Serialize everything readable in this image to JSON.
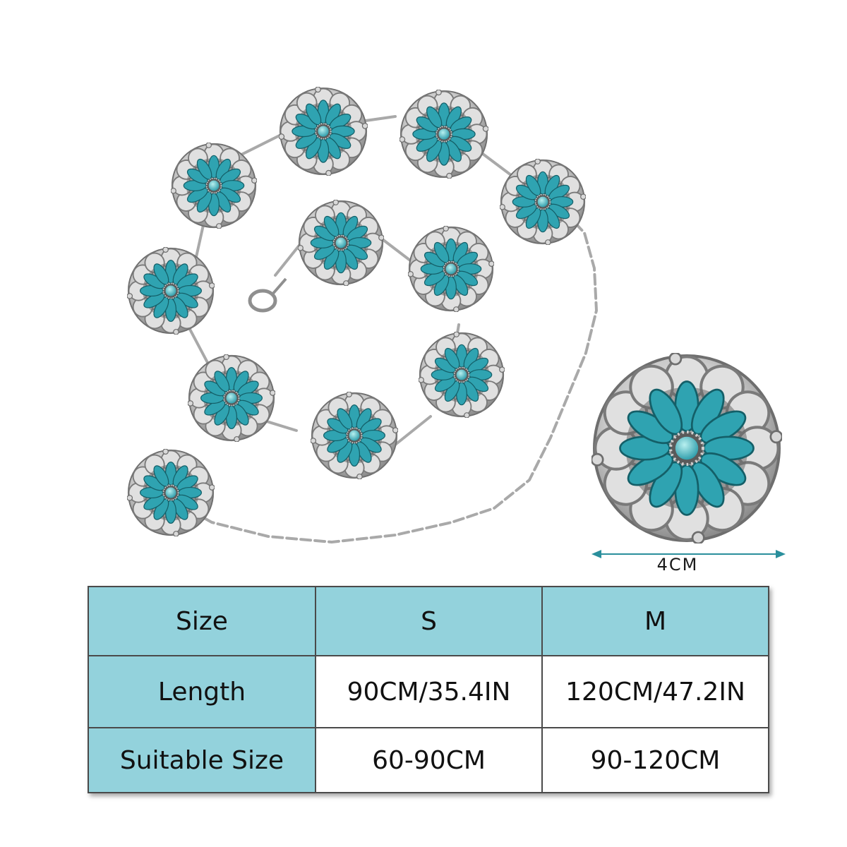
{
  "colors": {
    "turquoise": "#2fa3b1",
    "table_header": "#93d2dc",
    "silver": "#c4c4c4"
  },
  "product": {
    "dimension_label": "4CM"
  },
  "size_table": {
    "header": {
      "label": "Size",
      "columns": [
        "S",
        "M"
      ]
    },
    "rows": [
      {
        "label": "Length",
        "values": [
          "90CM/35.4IN",
          "120CM/47.2IN"
        ]
      },
      {
        "label": "Suitable Size",
        "values": [
          "60-90CM",
          "90-120CM"
        ]
      }
    ]
  }
}
